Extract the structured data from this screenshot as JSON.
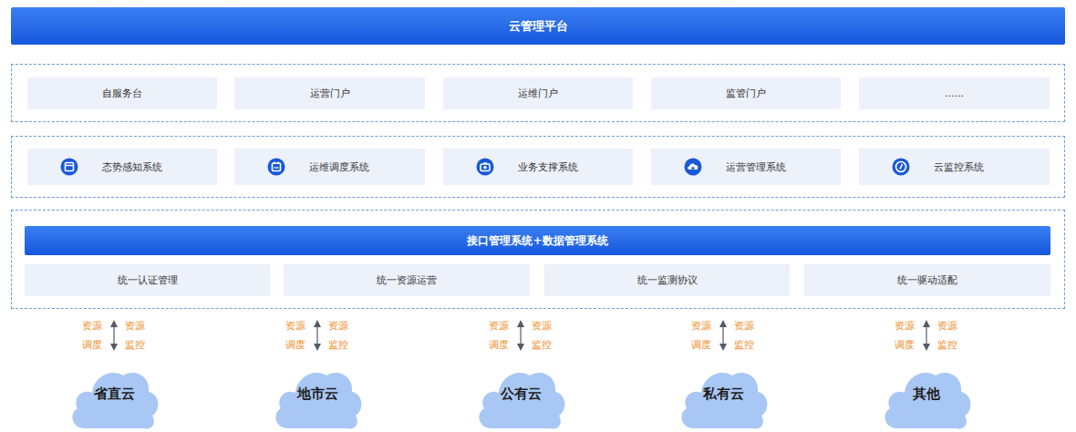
{
  "diagram": {
    "nodes": [
      {
        "text": [
          "云管理平台"
        ]
      },
      {
        "text": [
          "自服务台"
        ]
      },
      {
        "text": [
          "运营门户"
        ]
      },
      {
        "text": [
          "运维门户"
        ]
      },
      {
        "text": [
          "监管门户"
        ]
      },
      {
        "text": [
          "......"
        ]
      },
      {
        "text": [
          "态势感知系统"
        ]
      },
      {
        "text": [
          "运维调度系统"
        ]
      },
      {
        "text": [
          "业务支撑系统"
        ]
      },
      {
        "text": [
          "运营管理系统"
        ]
      },
      {
        "text": [
          "云监控系统"
        ]
      },
      {
        "text": [
          "接口管理系统+数据管理系统"
        ]
      },
      {
        "text": [
          "统一认证管理"
        ]
      },
      {
        "text": [
          "统一资源运营"
        ]
      },
      {
        "text": [
          "统一监测协议"
        ]
      },
      {
        "text": [
          "统一驱动适配"
        ]
      },
      {
        "text": [
          "省直云"
        ]
      },
      {
        "text": [
          "地市云"
        ]
      },
      {
        "text": [
          "公有云"
        ]
      },
      {
        "text": [
          "私有云"
        ]
      },
      {
        "text": [
          "其他"
        ]
      }
    ],
    "labels": [
      "资源 调度",
      "资源 监控",
      "资源 调度",
      "资源 监控",
      "资源 调度",
      "资源 监控",
      "资源 调度",
      "资源 监控",
      "资源 调度",
      "资源 监控"
    ]
  }
}
